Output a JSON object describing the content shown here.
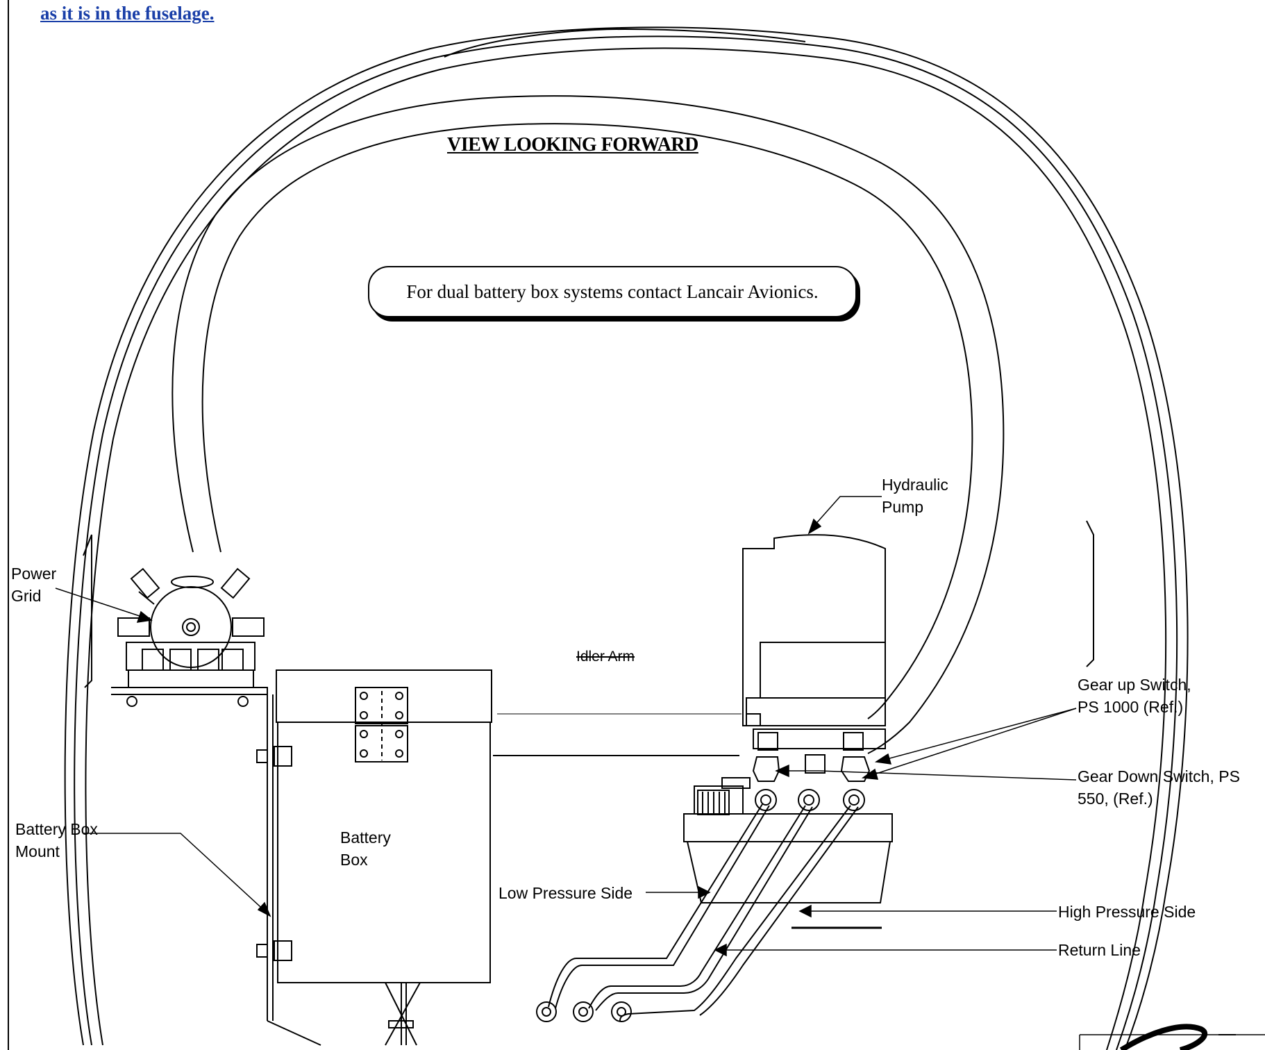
{
  "header_text": "as it is in the fuselage.",
  "title": "VIEW LOOKING FORWARD",
  "note": "For dual battery box systems contact Lancair Avionics.",
  "labels": {
    "hydraulic_pump_1": "Hydraulic",
    "hydraulic_pump_2": "Pump",
    "power_grid_1": "Power",
    "power_grid_2": "Grid",
    "idler_arm": "Idler Arm",
    "gear_up_1": "Gear up Switch,",
    "gear_up_2": "PS 1000  (Ref.)",
    "gear_down_1": "Gear Down Switch, PS",
    "gear_down_2": "550, (Ref.)",
    "battery_box_mount_1": "Battery Box",
    "battery_box_mount_2": "Mount",
    "battery_box_1": "Battery",
    "battery_box_2": "Box",
    "low_pressure": "Low Pressure Side",
    "high_pressure": "High Pressure Side",
    "return_line": "Return Line"
  }
}
